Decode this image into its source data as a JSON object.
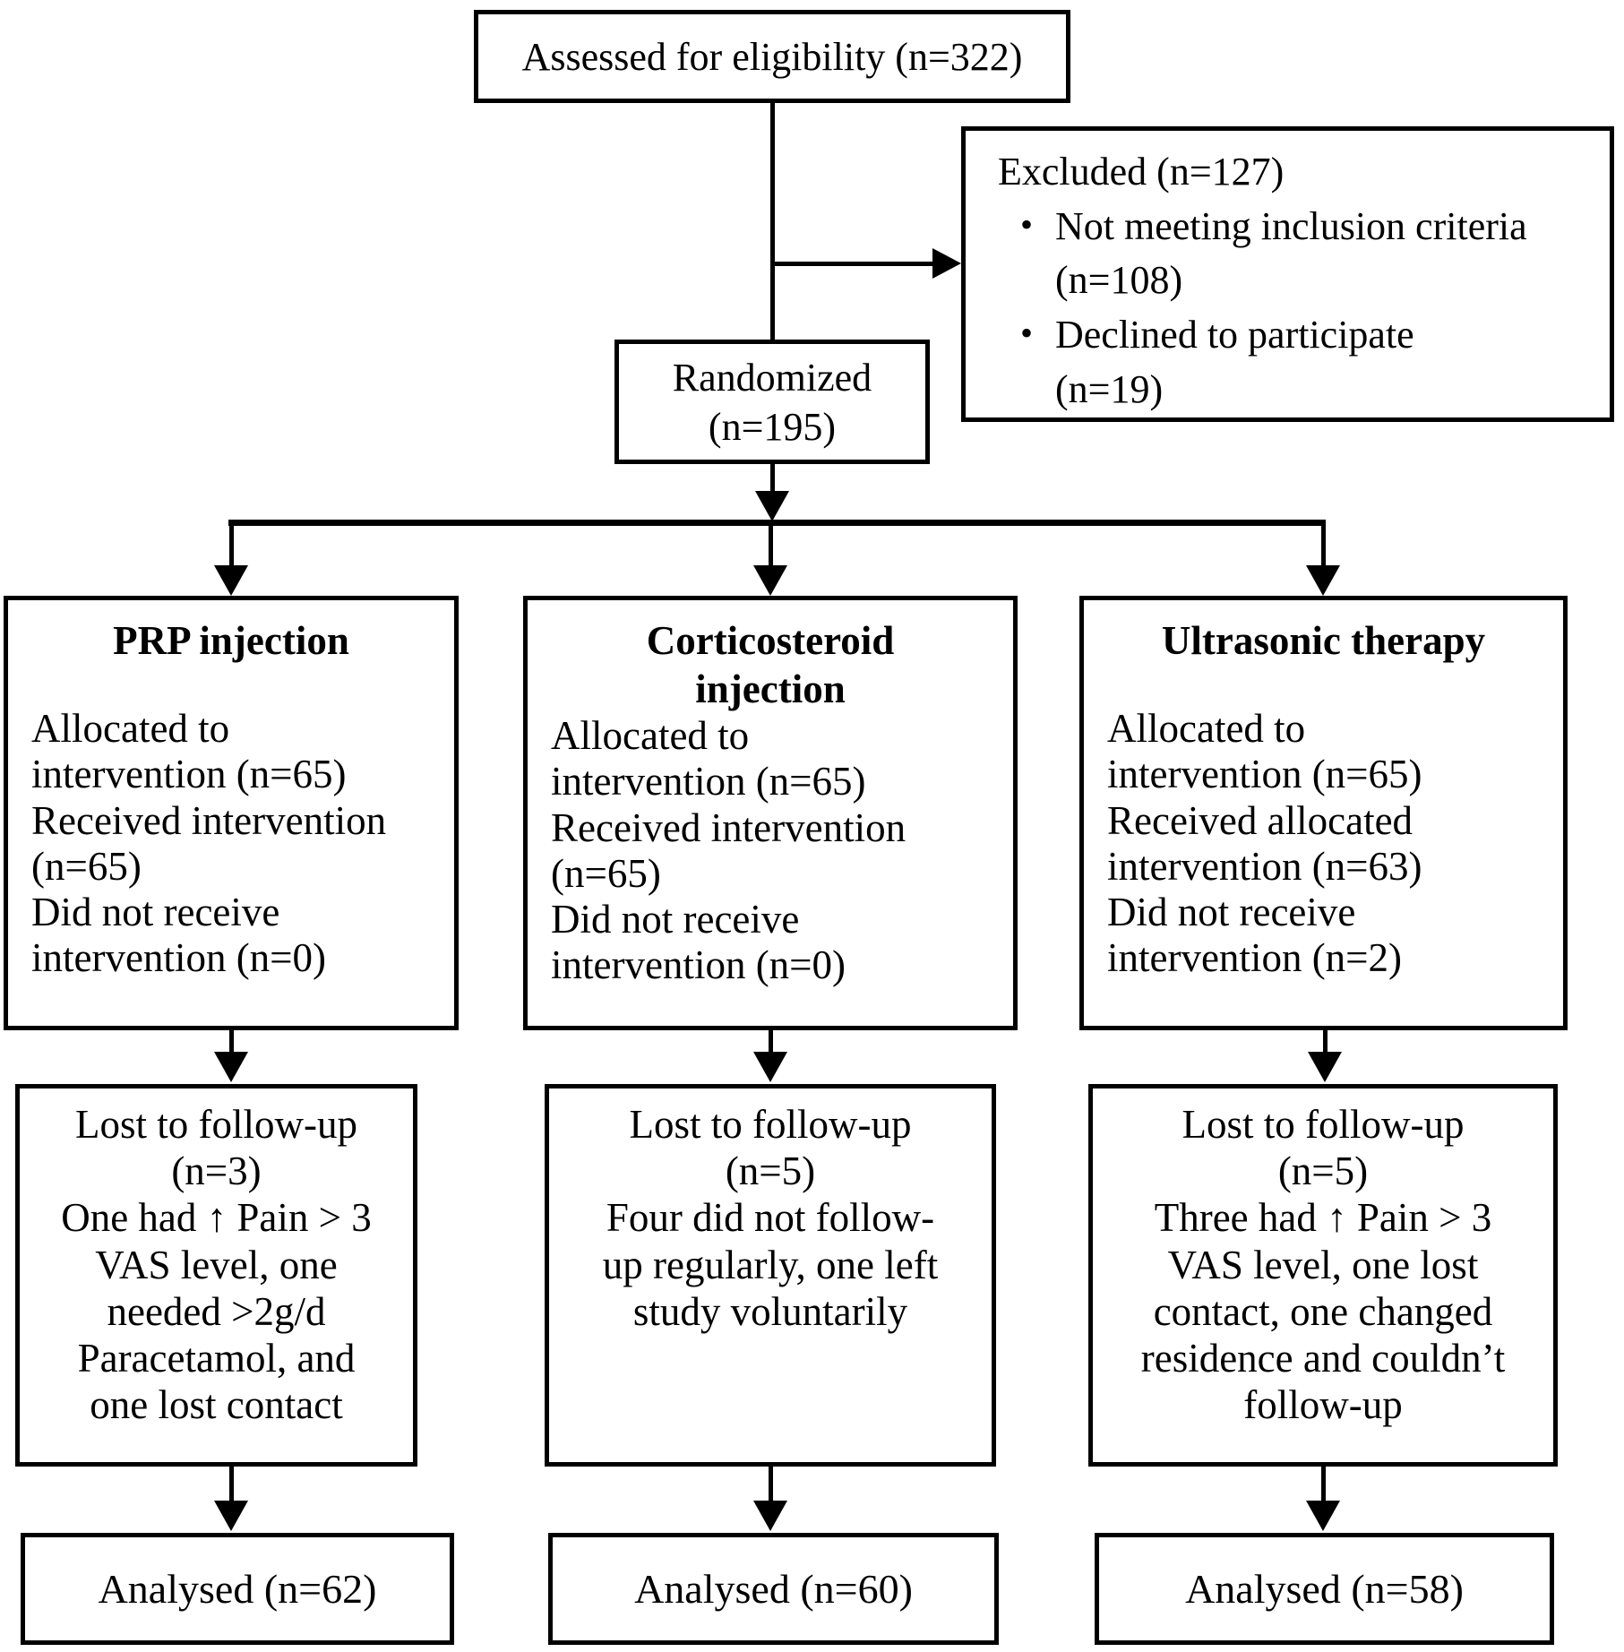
{
  "colors": {
    "line": "#000000",
    "background": "#ffffff",
    "text": "#000000"
  },
  "diagram": {
    "assessed": "Assessed for eligibility (n=322)",
    "excluded": {
      "title": "Excluded (n=127)",
      "bullet_marker": "•",
      "bullets": [
        "Not meeting inclusion criteria\n(n=108)",
        "Declined to participate\n(n=19)"
      ]
    },
    "randomized": "Randomized\n(n=195)",
    "arms": [
      {
        "title": "PRP injection",
        "allocation": "Allocated to\nintervention (n=65)\nReceived intervention\n(n=65)\nDid not receive\nintervention (n=0)",
        "lost": "Lost to follow-up\n(n=3)\nOne had ↑ Pain > 3\nVAS level, one\nneeded >2g/d\nParacetamol, and\none lost contact",
        "analysed": "Analysed (n=62)"
      },
      {
        "title": "Corticosteroid\ninjection",
        "allocation": "Allocated to\nintervention (n=65)\nReceived intervention\n(n=65)\nDid not receive\nintervention (n=0)",
        "lost": "Lost to follow-up\n(n=5)\nFour did not follow-\nup regularly, one left\nstudy voluntarily",
        "analysed": "Analysed (n=60)"
      },
      {
        "title": "Ultrasonic therapy",
        "allocation": "Allocated to\nintervention (n=65)\nReceived allocated\nintervention (n=63)\nDid not receive\nintervention (n=2)",
        "lost": "Lost to follow-up\n(n=5)\nThree had ↑ Pain > 3\nVAS level, one lost\ncontact, one changed\nresidence and couldn’t\nfollow-up",
        "analysed": "Analysed (n=58)"
      }
    ]
  }
}
